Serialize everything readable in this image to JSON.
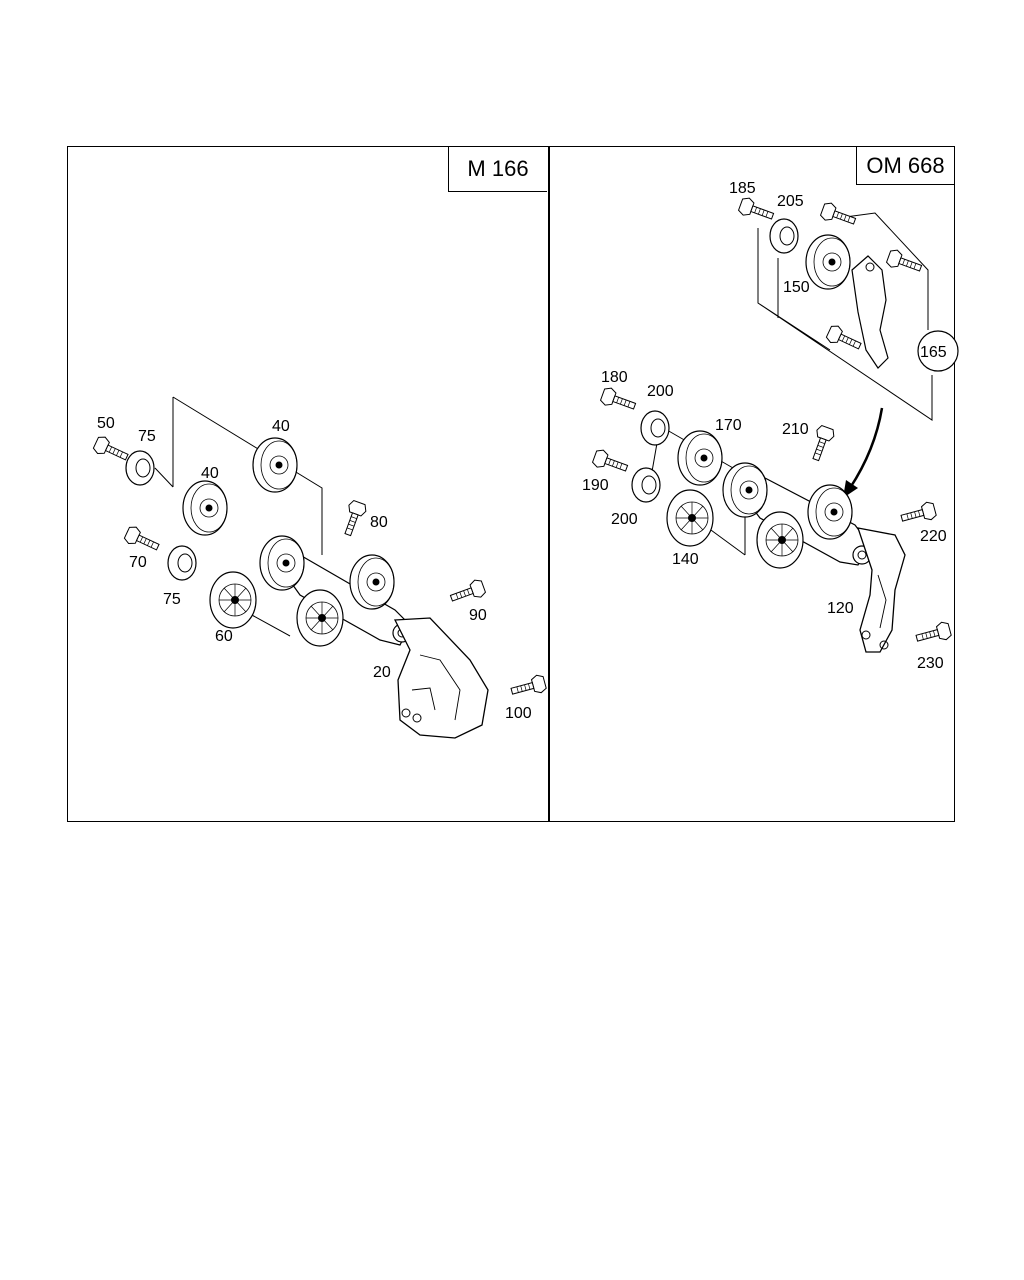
{
  "panels": {
    "left": {
      "title": "M 166"
    },
    "right": {
      "title": "OM 668"
    }
  },
  "callouts": {
    "left": [
      "50",
      "75",
      "40",
      "40",
      "80",
      "70",
      "75",
      "60",
      "90",
      "20",
      "100"
    ],
    "right": [
      "185",
      "205",
      "150",
      "165",
      "180",
      "200",
      "170",
      "210",
      "190",
      "200",
      "140",
      "220",
      "120",
      "230"
    ]
  }
}
